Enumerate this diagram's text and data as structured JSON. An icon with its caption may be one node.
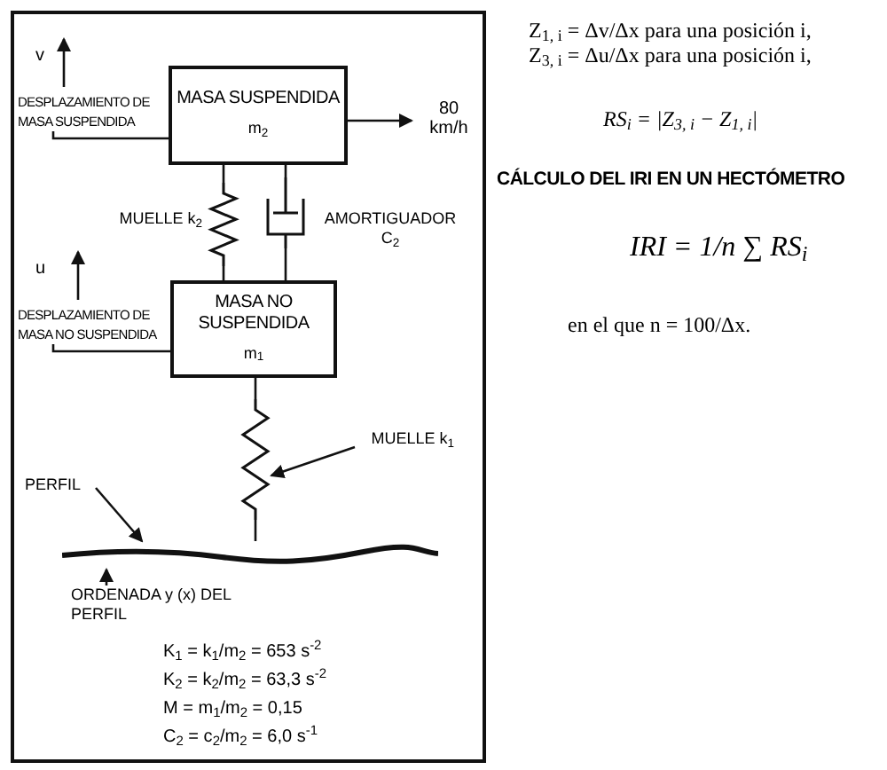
{
  "diagram": {
    "title": "CÁLCULO DEL IRI EN UN HECTÓMETRO",
    "nodes": [
      {
        "text": [
          "MASA SUSPENDIDA",
          "m$_{2}$"
        ]
      },
      {
        "text": [
          "MASA NO SUSPENDIDA",
          "m$_{1}$"
        ]
      },
      {
        "text": [],
        "shape": "spring",
        "beside": [
          "MUELLE k$_{2}$"
        ]
      },
      {
        "text": [],
        "shape": "damper",
        "beside": [
          "AMORTIGUADOR C$_{2}$"
        ]
      },
      {
        "text": [],
        "shape": "spring"
      },
      {
        "text": [],
        "shape": "line"
      },
      {
        "text": [
          "MUELLE k$_{1}$"
        ]
      },
      {
        "text": [
          "PERFIL"
        ]
      },
      {
        "text": [
          "ORDENADA y (x) DEL PERFIL"
        ]
      },
      {
        "text": [
          "DESPLAZAMIENTO DE MASA SUSPENDIDA"
        ]
      },
      {
        "text": [
          "DESPLAZAMIENTO DE MASA NO SUSPENDIDA"
        ]
      }
    ],
    "edges": [
      {
        "from": 0,
        "to": 2,
        "arrow": "none"
      },
      {
        "from": 2,
        "to": 1,
        "arrow": "none"
      },
      {
        "from": 0,
        "to": 3,
        "arrow": "none"
      },
      {
        "from": 3,
        "to": 1,
        "arrow": "none"
      },
      {
        "from": 1,
        "to": 4,
        "arrow": "none"
      },
      {
        "from": 4,
        "to": 5,
        "arrow": "none"
      },
      {
        "from": 6,
        "to": 4,
        "arrow": "to"
      },
      {
        "from": 7,
        "to": 5,
        "arrow": "to"
      },
      {
        "from": 8,
        "to": 5,
        "arrow": "to"
      },
      {
        "from": 9,
        "to": 0,
        "arrow": "none"
      },
      {
        "from": 10,
        "to": 1,
        "arrow": "none"
      },
      {
        "from": 0,
        "to": null,
        "arrow": "to",
        "label": "80 km/h"
      }
    ],
    "labels": [
      "v",
      "u",
      "Z$_{1, i}$ = Δv/Δx para una posición i,",
      "Z$_{3, i}$ = Δu/Δx para una posición i,",
      "RS$_{i}$ = |Z$_{3, i}$ − Z$_{1, i}$|",
      "IRI = 1/n ∑ RS$_{i}$",
      "en el que n = 100/Δx.",
      "K$_{1}$ = k$_{1}$/m$_{2}$ = 653 s$^{-2}$",
      "K$_{2}$ = k$_{2}$/m$_{2}$ = 63,3 s$^{-2}$",
      "M = m$_{1}$/m$_{2}$ = 0,15",
      "C$_{2}$ = c$_{2}$/m$_{2}$ = 6,0 s$^{-1}$"
    ]
  }
}
